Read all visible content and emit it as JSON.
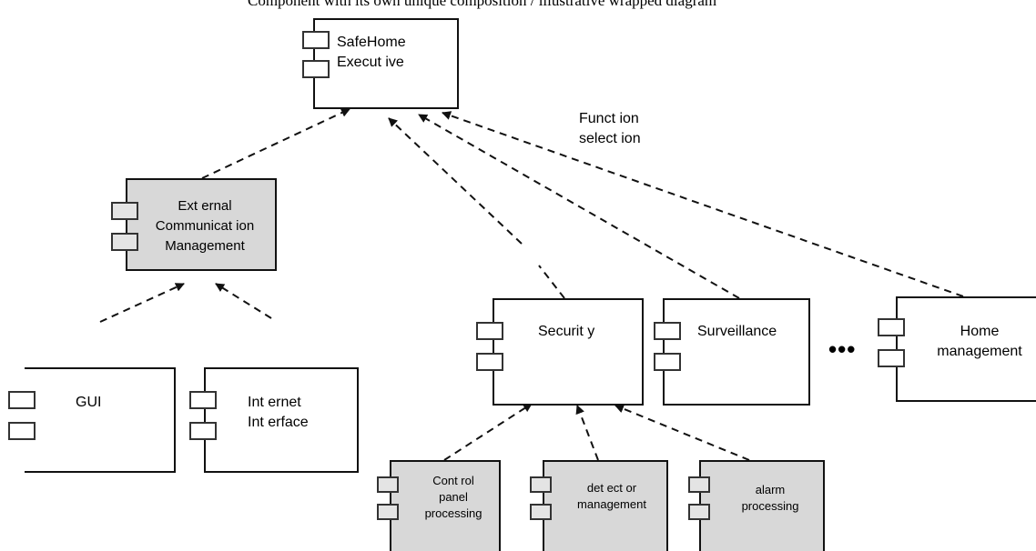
{
  "caption_top": "Component with its own unique composition / illustrative wrapped diagram",
  "components": {
    "safehome_executive": "SafeHome\nExecut ive",
    "external_communication": "Ext ernal\nCommunicat ion\nManagement",
    "gui": "GUI",
    "internet_interface": "Int ernet\nInt erface",
    "security": "Securit y",
    "surveillance": "Surveillance",
    "home_management": "Home\nmanagement",
    "control_panel": "Cont rol\npanel\nprocessing",
    "detector_management": "det ect or\nmanagement",
    "alarm_processing": "alarm\nprocessing"
  },
  "annotations": {
    "function_selection": "Funct ion\nselect ion",
    "ellipsis": "•••"
  },
  "colors": {
    "shaded_fill": "#d8d8d8",
    "line": "#111111"
  }
}
